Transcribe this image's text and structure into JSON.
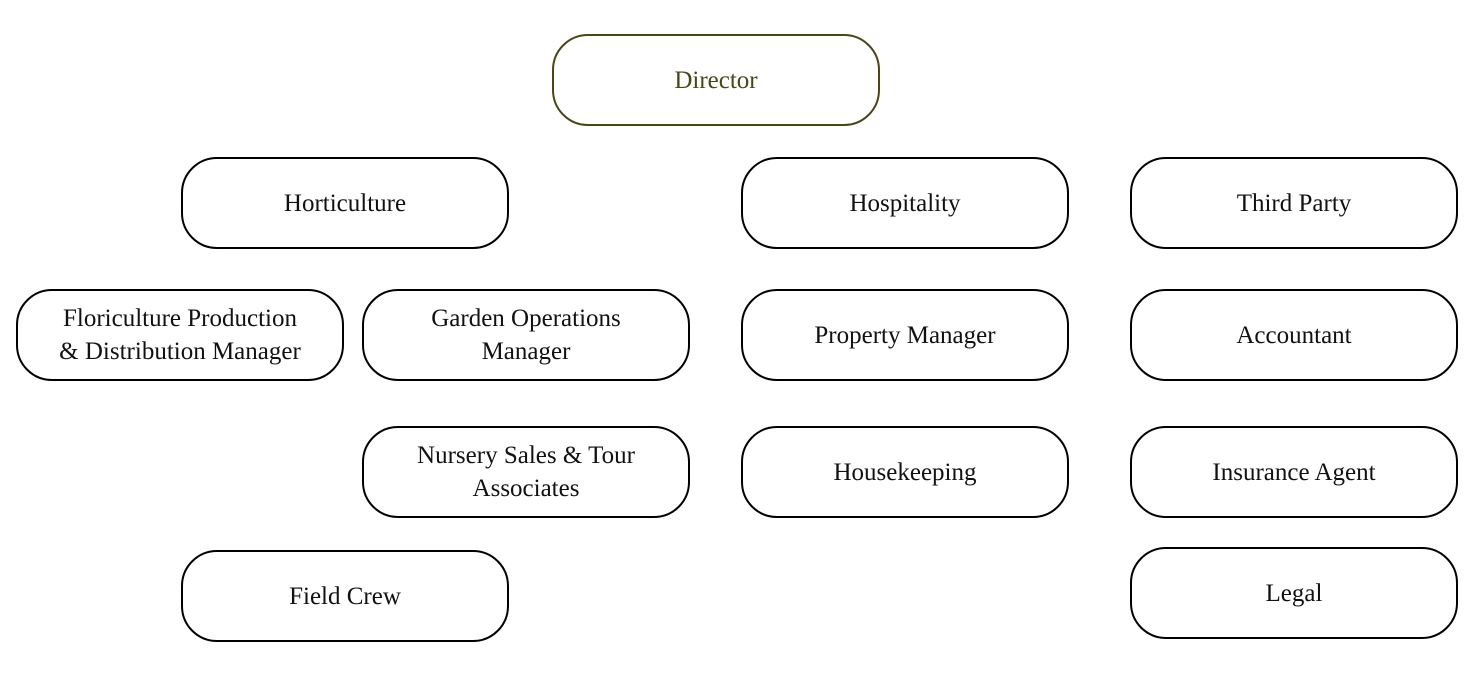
{
  "org_chart": {
    "director": "Director",
    "departments": {
      "horticulture": {
        "label": "Horticulture",
        "floriculture": "Floriculture Production\n& Distribution Manager",
        "garden_ops": "Garden Operations\nManager",
        "nursery": "Nursery Sales & Tour\nAssociates",
        "field_crew": "Field Crew"
      },
      "hospitality": {
        "label": "Hospitality",
        "property_manager": "Property Manager",
        "housekeeping": "Housekeeping"
      },
      "third_party": {
        "label": "Third Party",
        "accountant": "Accountant",
        "insurance_agent": "Insurance Agent",
        "legal": "Legal"
      }
    }
  },
  "colors": {
    "root_border": "#4a4616",
    "node_border": "#000000"
  }
}
